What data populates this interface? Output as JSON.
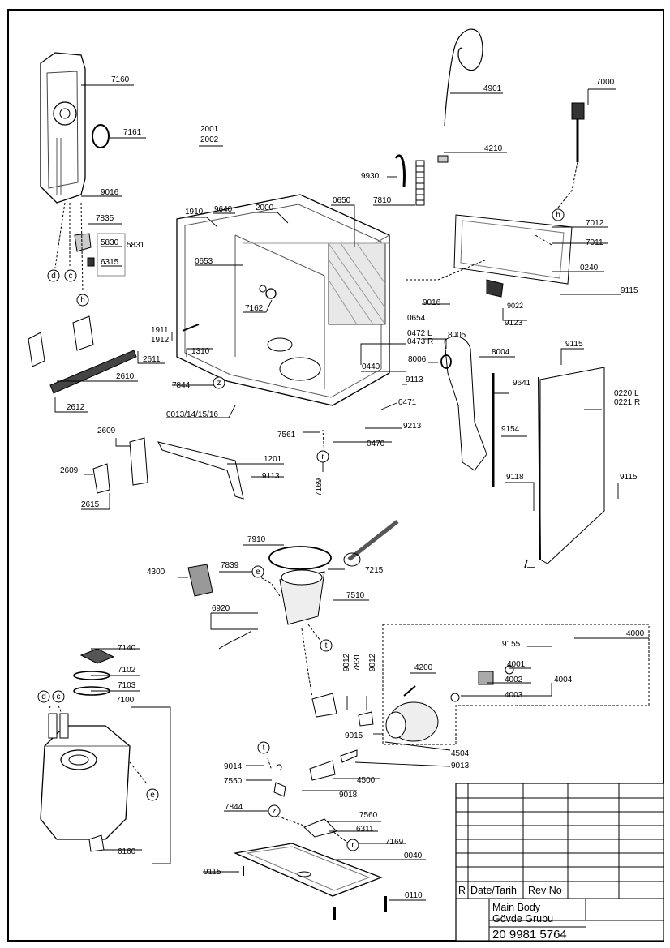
{
  "sheet": {
    "title_en": "Main Body",
    "title_tr": "Gövde Grubu",
    "document_number": "20 9981 5764",
    "revision_header": {
      "r": "R",
      "date": "Date/Tarih",
      "rev": "Rev No"
    }
  },
  "parts": {
    "p7160": "7160",
    "p7161": "7161",
    "p9016a": "9016",
    "p7835": "7835",
    "p5830": "5830",
    "p5831": "5831",
    "p6315": "6315",
    "p2001": "2001",
    "p2002": "2002",
    "p1910": "1910",
    "p9640": "9640",
    "p2000": "2000",
    "p0650": "0650",
    "p0653": "0653",
    "p7162": "7162",
    "p1911": "1911",
    "p1912": "1912",
    "p1310": "1310",
    "p0654": "0654",
    "p0472": "0472 L",
    "p0473": "0473 R",
    "p0440": "0440",
    "p9113a": "9113",
    "p0471": "0471",
    "p9213": "9213",
    "p0470": "0470",
    "p7561": "7561",
    "p7169a": "7169",
    "p7844a": "7844",
    "p0013": "0013/14/15/16",
    "p2611": "2611",
    "p2610": "2610",
    "p2612": "2612",
    "p2609a": "2609",
    "p2609b": "2609",
    "p2615": "2615",
    "p1201": "1201",
    "p9113b": "9113",
    "p4901": "4901",
    "p4210": "4210",
    "p9930": "9930",
    "p7810": "7810",
    "p7000": "7000",
    "p7012": "7012",
    "p7011": "7011",
    "p0240": "0240",
    "p9115a": "9115",
    "p9016b": "9016",
    "p9022": "9022",
    "p9123": "9123",
    "p8005": "8005",
    "p8006": "8006",
    "p8004": "8004",
    "p9115b": "9115",
    "p9641": "9641",
    "p0220": "0220 L",
    "p0221": "0221 R",
    "p9154": "9154",
    "p9118": "9118",
    "p9115c": "9115",
    "p7910": "7910",
    "p4300": "4300",
    "p7839": "7839",
    "p7215": "7215",
    "p7510": "7510",
    "p6920": "6920",
    "p4000": "4000",
    "p9155": "9155",
    "p4001": "4001",
    "p4002": "4002",
    "p4004": "4004",
    "p4003": "4003",
    "p4200": "4200",
    "p9012a": "9012",
    "p7831": "7831",
    "p9012b": "9012",
    "p9015": "9015",
    "p4504": "4504",
    "p9013": "9013",
    "p4500": "4500",
    "p9018": "9018",
    "p9014": "9014",
    "p7550": "7550",
    "p7140": "7140",
    "p7102": "7102",
    "p7103": "7103",
    "p7100": "7100",
    "p6160": "6160",
    "p7844b": "7844",
    "p7560": "7560",
    "p6311": "6311",
    "p7169b": "7169",
    "p0040": "0040",
    "p9115d": "9115",
    "p0110": "0110"
  },
  "markers": {
    "d": "d",
    "c": "c",
    "h": "h",
    "z": "z",
    "r": "r",
    "e": "e",
    "t": "t"
  }
}
